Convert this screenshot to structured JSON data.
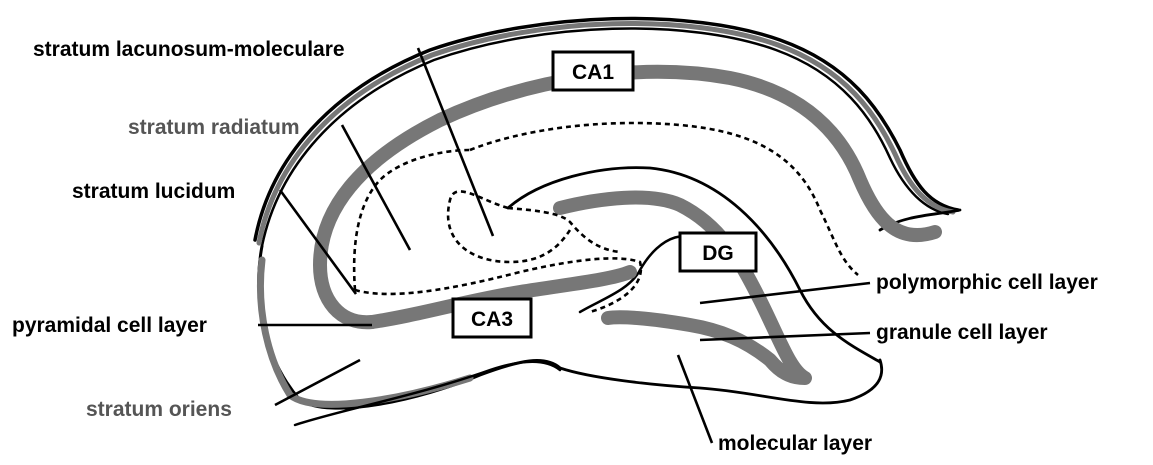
{
  "diagram": {
    "region_boxes": {
      "ca1": "CA1",
      "ca3": "CA3",
      "dg": "DG"
    },
    "labels": {
      "stratum_lacunosum_moleculare": "stratum lacunosum-moleculare",
      "stratum_radiatum": "stratum radiatum",
      "stratum_lucidum": "stratum lucidum",
      "pyramidal_cell_layer": "pyramidal cell layer",
      "stratum_oriens": "stratum oriens",
      "polymorphic_cell_layer": "polymorphic cell layer",
      "granule_cell_layer": "granule cell layer",
      "molecular_layer": "molecular layer"
    },
    "colors": {
      "line": "#000000",
      "cell_layer_band": "#777777",
      "gray_label": "#555555",
      "background": "#ffffff"
    }
  }
}
